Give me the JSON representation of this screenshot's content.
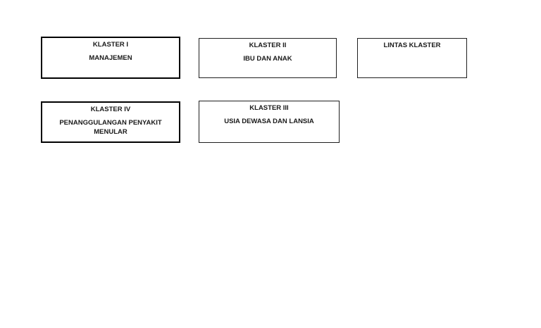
{
  "page": {
    "background": "#ffffff"
  },
  "diagram": {
    "text_color": "#1a1a1a",
    "border_color_thick": "#000000",
    "border_color_thin": "#1f1f1f",
    "boxes": [
      {
        "title": "KLASTER I",
        "subtitle": "MANAJEMEN"
      },
      {
        "title": "KLASTER II",
        "subtitle": "IBU DAN ANAK"
      },
      {
        "title": "LINTAS KLASTER",
        "subtitle": ""
      },
      {
        "title": "KLASTER IV",
        "subtitle": "PENANGGULANGAN PENYAKIT MENULAR"
      },
      {
        "title": "KLASTER III",
        "subtitle": "USIA DEWASA DAN LANSIA"
      }
    ]
  }
}
